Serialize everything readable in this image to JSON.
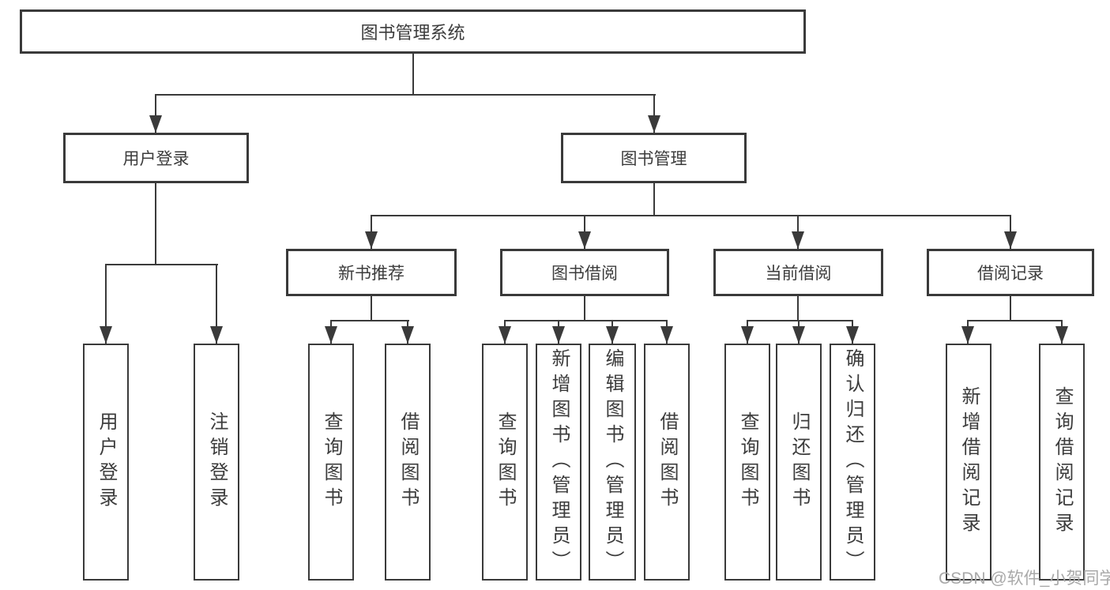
{
  "diagram": {
    "root": {
      "label": "图书管理系统"
    },
    "branches": [
      {
        "label": "用户登录",
        "children": [
          {
            "label": "用户登录"
          },
          {
            "label": "注销登录"
          }
        ]
      },
      {
        "label": "图书管理",
        "children": [
          {
            "label": "新书推荐",
            "children": [
              {
                "label": "查询图书"
              },
              {
                "label": "借阅图书"
              }
            ]
          },
          {
            "label": "图书借阅",
            "children": [
              {
                "label": "查询图书"
              },
              {
                "label": "新增图书（管理员）"
              },
              {
                "label": "编辑图书（管理员）"
              },
              {
                "label": "借阅图书"
              }
            ]
          },
          {
            "label": "当前借阅",
            "children": [
              {
                "label": "查询图书"
              },
              {
                "label": "归还图书"
              },
              {
                "label": "确认归还（管理员）"
              }
            ]
          },
          {
            "label": "借阅记录",
            "children": [
              {
                "label": "新增借阅记录"
              },
              {
                "label": "查询借阅记录"
              }
            ]
          }
        ]
      }
    ]
  },
  "watermark": {
    "text": "CSDN @软件_小贺同学"
  },
  "colors": {
    "line": "#3a3a3a",
    "text": "#3c3c3c",
    "wm": "#a9a9a9",
    "bg": "#ffffff"
  }
}
